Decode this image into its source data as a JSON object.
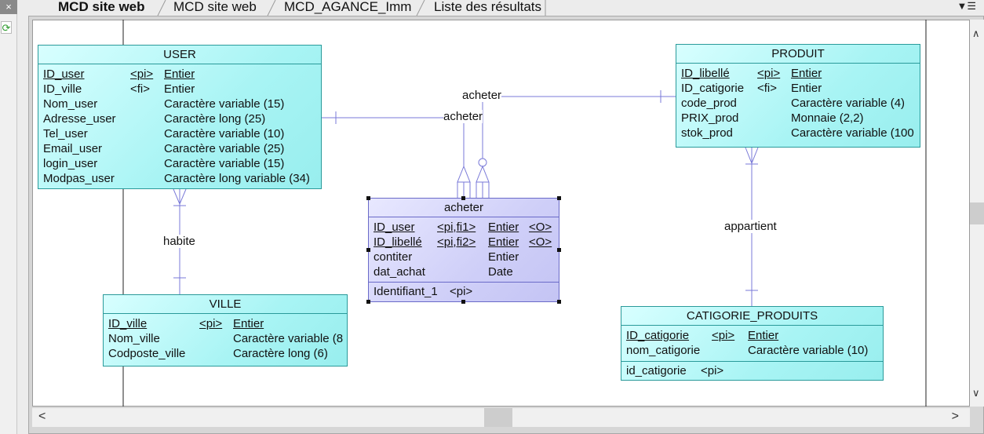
{
  "tabs": [
    {
      "label": "MCD site web",
      "active": true
    },
    {
      "label": "MCD site web",
      "active": false
    },
    {
      "label": "MCD_AGANCE_Imm",
      "active": false
    },
    {
      "label": "Liste des résultats",
      "active": false
    }
  ],
  "icons": {
    "close": "×",
    "refresh": "⟳",
    "tab_menu": "▼☰",
    "scroll_up": "∧",
    "scroll_down": "∨",
    "scroll_left": "<",
    "scroll_right": ">"
  },
  "colors": {
    "entity_border": "#2a9a9a",
    "entity_fill": "#a8f4f4",
    "assoc_border": "#6a6ac8",
    "assoc_fill": "#cfcff8",
    "link": "#7a7ad8"
  },
  "entities": {
    "user": {
      "title": "USER",
      "attrs": [
        {
          "name": "ID_user",
          "key": "<pi>",
          "type": "Entier",
          "underline": true
        },
        {
          "name": "ID_ville",
          "key": "<fi>",
          "type": "Entier",
          "underline": false
        },
        {
          "name": "Nom_user",
          "key": "",
          "type": "Caractère variable (15)",
          "underline": false
        },
        {
          "name": "Adresse_user",
          "key": "",
          "type": "Caractère long (25)",
          "underline": false
        },
        {
          "name": "Tel_user",
          "key": "",
          "type": "Caractère variable (10)",
          "underline": false
        },
        {
          "name": "Email_user",
          "key": "",
          "type": "Caractère variable (25)",
          "underline": false
        },
        {
          "name": "login_user",
          "key": "",
          "type": "Caractère variable (15)",
          "underline": false
        },
        {
          "name": "Modpas_user",
          "key": "",
          "type": "Caractère long variable (34)",
          "underline": false
        }
      ]
    },
    "produit": {
      "title": "PRODUIT",
      "attrs": [
        {
          "name": "ID_libellé",
          "key": "<pi>",
          "type": "Entier",
          "underline": true
        },
        {
          "name": "ID_catigorie",
          "key": "<fi>",
          "type": "Entier",
          "underline": false
        },
        {
          "name": "code_prod",
          "key": "",
          "type": "Caractère variable (4)",
          "underline": false
        },
        {
          "name": "PRIX_prod",
          "key": "",
          "type": "Monnaie (2,2)",
          "underline": false
        },
        {
          "name": "stok_prod",
          "key": "",
          "type": "Caractère variable (100",
          "underline": false
        }
      ]
    },
    "acheter": {
      "title": "acheter",
      "attrs": [
        {
          "name": "ID_user",
          "key": "<pi,fi1>",
          "type": "Entier",
          "extra": "<O>",
          "underline": true
        },
        {
          "name": "ID_libellé",
          "key": "<pi,fi2>",
          "type": "Entier",
          "extra": "<O>",
          "underline": true
        },
        {
          "name": "contiter",
          "key": "",
          "type": "Entier",
          "extra": "",
          "underline": false
        },
        {
          "name": "dat_achat",
          "key": "",
          "type": "Date",
          "extra": "",
          "underline": false
        }
      ],
      "identifier": {
        "name": "Identifiant_1",
        "key": "<pi>"
      }
    },
    "ville": {
      "title": "VILLE",
      "attrs": [
        {
          "name": "ID_ville",
          "key": "<pi>",
          "type": "Entier",
          "underline": true
        },
        {
          "name": "Nom_ville",
          "key": "",
          "type": "Caractère variable (8",
          "underline": false
        },
        {
          "name": "Codposte_ville",
          "key": "",
          "type": "Caractère long (6)",
          "underline": false
        }
      ]
    },
    "categorie": {
      "title": "CATIGORIE_PRODUITS",
      "attrs": [
        {
          "name": "ID_catigorie",
          "key": "<pi>",
          "type": "Entier",
          "underline": true
        },
        {
          "name": "nom_catigorie",
          "key": "",
          "type": "Caractère variable (10)",
          "underline": false
        }
      ],
      "identifier": {
        "name": "id_catigorie",
        "key": "<pi>"
      }
    }
  },
  "relations": {
    "acheter_top": "acheter",
    "acheter_mid": "acheter",
    "habite": "habite",
    "appartient": "appartient"
  }
}
